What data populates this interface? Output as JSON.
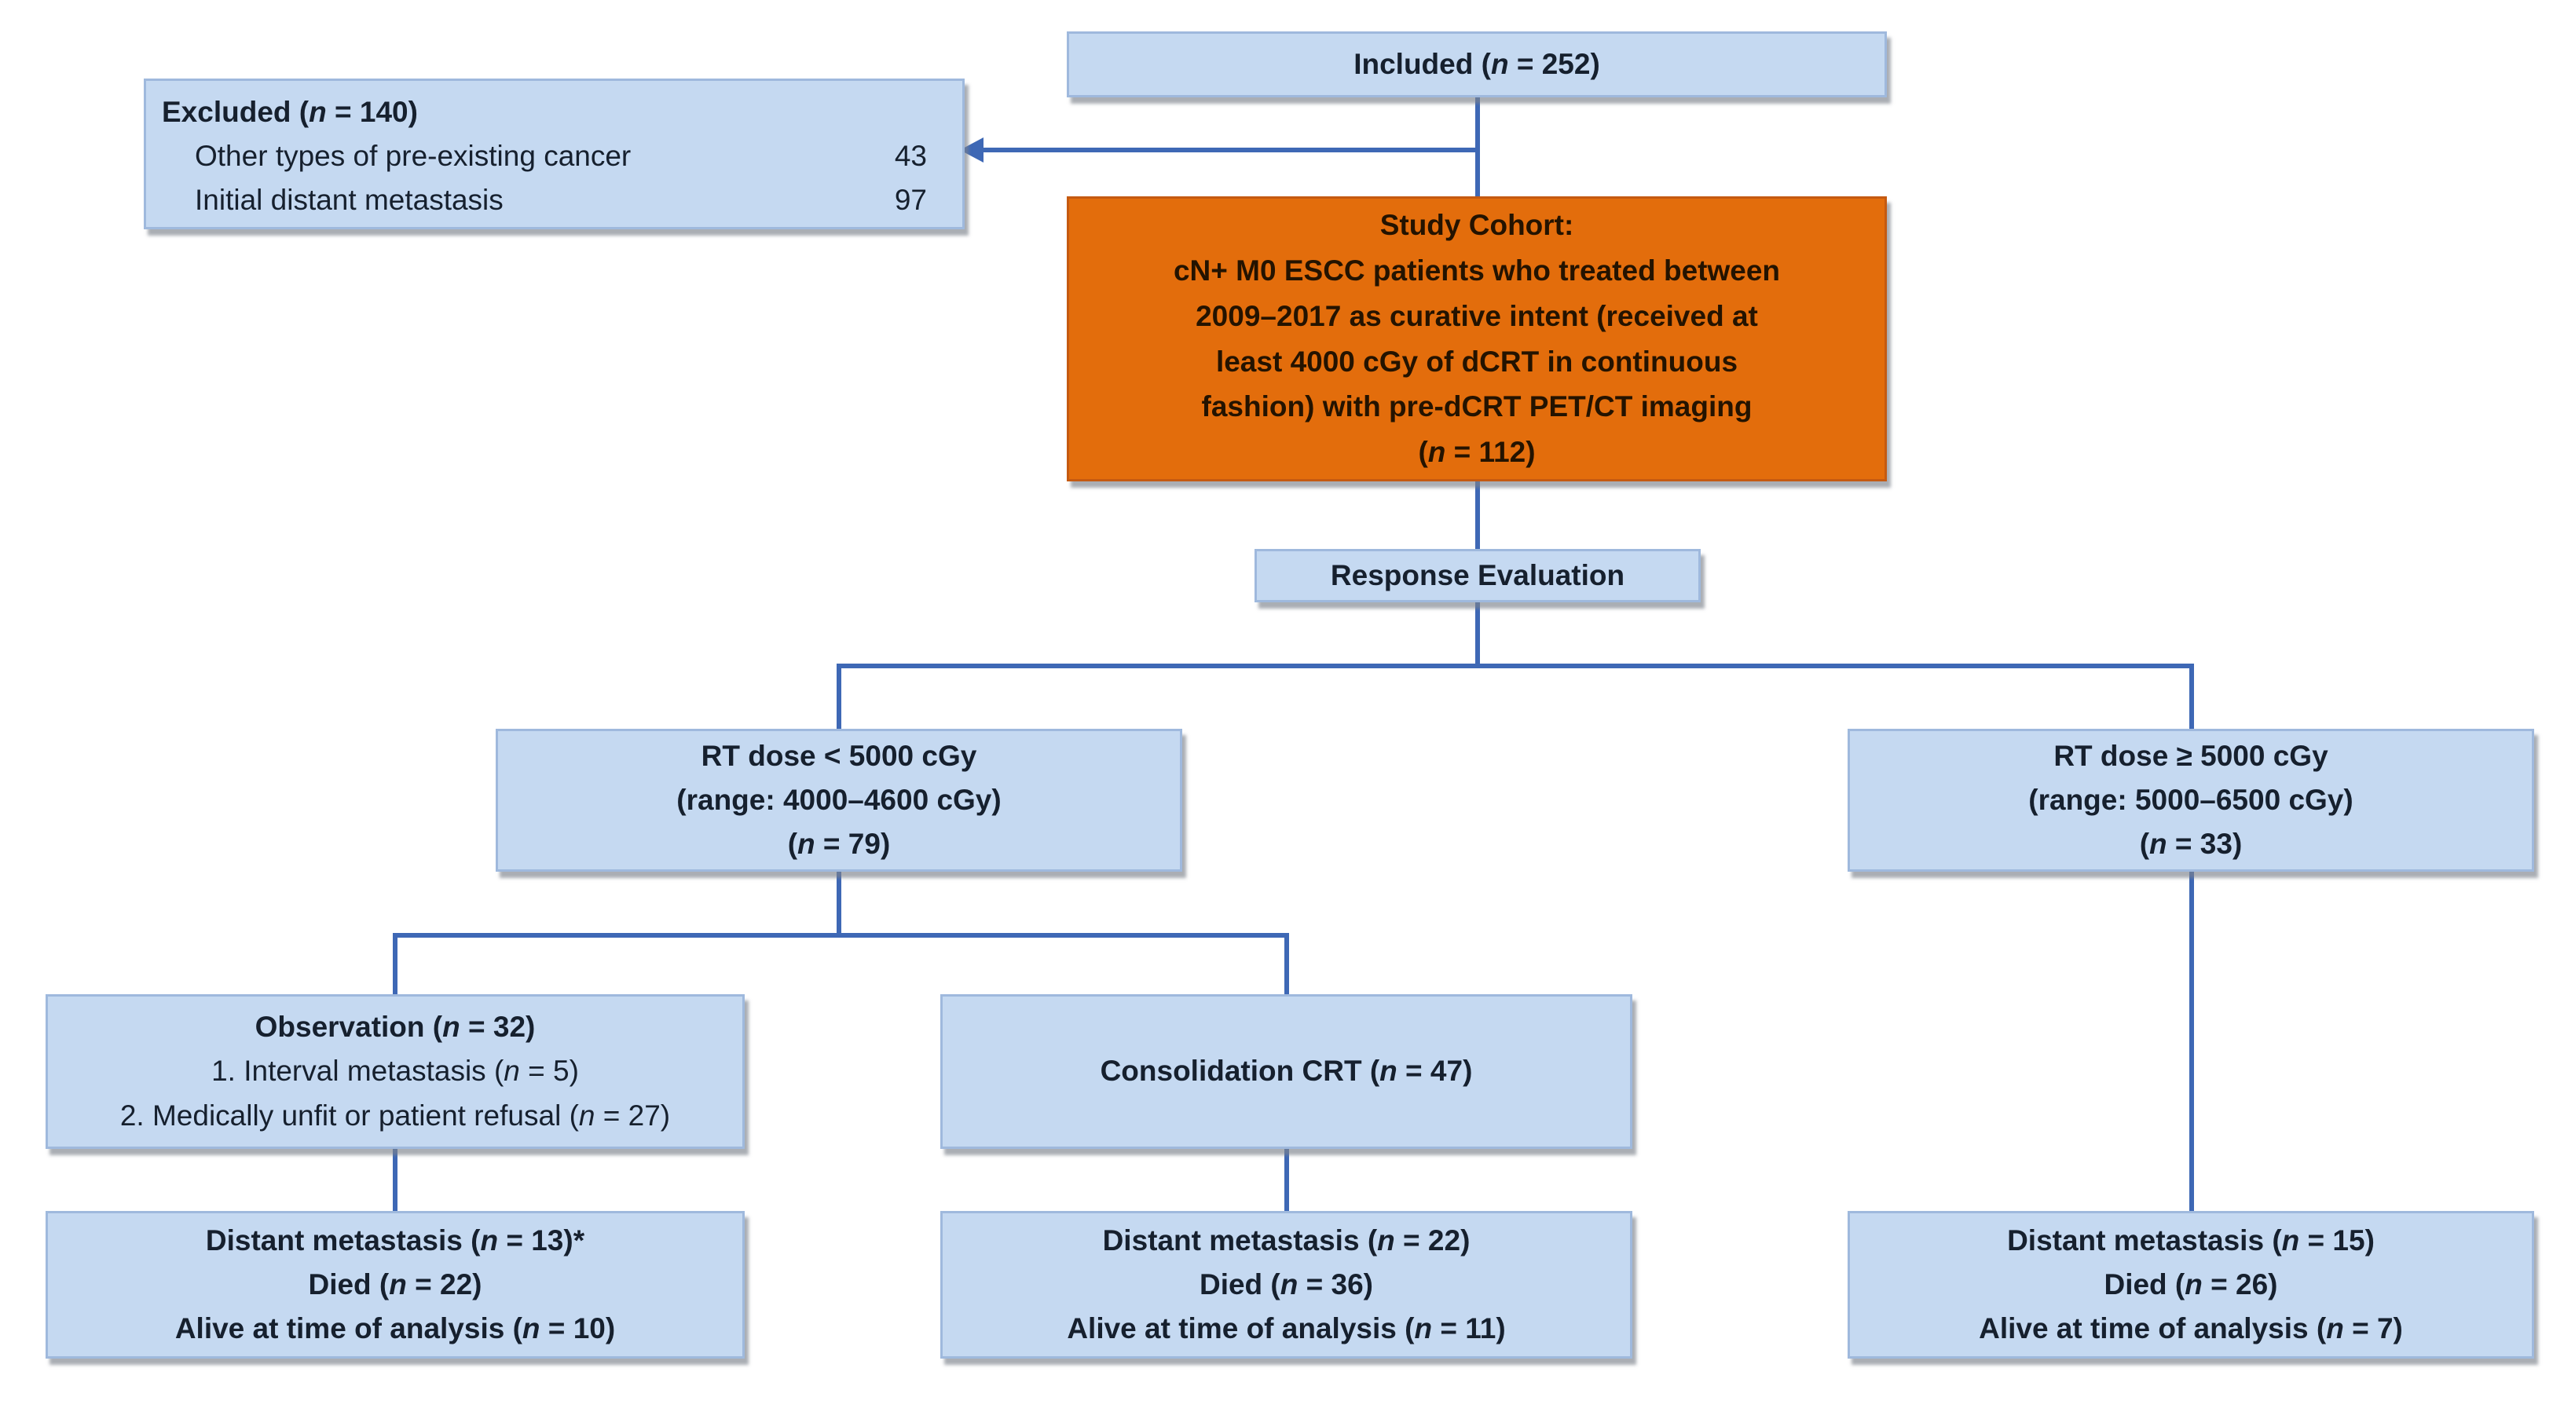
{
  "diagram": {
    "included": {
      "text": "Included (n = 252)"
    },
    "excluded": {
      "title": "Excluded (n = 140)",
      "items": [
        {
          "label": "Other types of pre-existing cancer",
          "value": "43"
        },
        {
          "label": "Initial distant metastasis",
          "value": "97"
        }
      ]
    },
    "study_cohort": {
      "lines": [
        "Study Cohort:",
        "cN+ M0 ESCC patients who treated between",
        "2009–2017 as curative intent (received at",
        "least 4000 cGy of dCRT in continuous",
        "fashion) with pre-dCRT PET/CT imaging",
        "(n = 112)"
      ]
    },
    "response_evaluation": {
      "text": "Response Evaluation"
    },
    "rt_low": {
      "lines": [
        "RT dose < 5000 cGy",
        "(range: 4000–4600 cGy)",
        "(n = 79)"
      ]
    },
    "rt_high": {
      "lines": [
        "RT dose ≥ 5000 cGy",
        "(range: 5000–6500 cGy)",
        "(n = 33)"
      ]
    },
    "observation": {
      "title": "Observation (n = 32)",
      "items": [
        "1. Interval metastasis (n = 5)",
        "2. Medically unfit or patient refusal (n = 27)"
      ]
    },
    "consolidation": {
      "text": "Consolidation CRT (n = 47)"
    },
    "outcome_observation": {
      "lines": [
        "Distant metastasis (n = 13)*",
        "Died (n = 22)",
        "Alive at time of analysis (n = 10)"
      ]
    },
    "outcome_consolidation": {
      "lines": [
        "Distant metastasis (n = 22)",
        "Died (n = 36)",
        "Alive at time of analysis (n = 11)"
      ]
    },
    "outcome_rt_high": {
      "lines": [
        "Distant metastasis (n = 15)",
        "Died (n = 26)",
        "Alive at time of analysis (n = 7)"
      ]
    }
  },
  "colors": {
    "box_fill": "#c5d9f1",
    "box_border": "#9fb9dd",
    "accent_fill": "#e36d0c",
    "accent_border": "#c55a11",
    "line": "#3e68b5",
    "text": "#16202e",
    "accent_text": "#241300"
  }
}
